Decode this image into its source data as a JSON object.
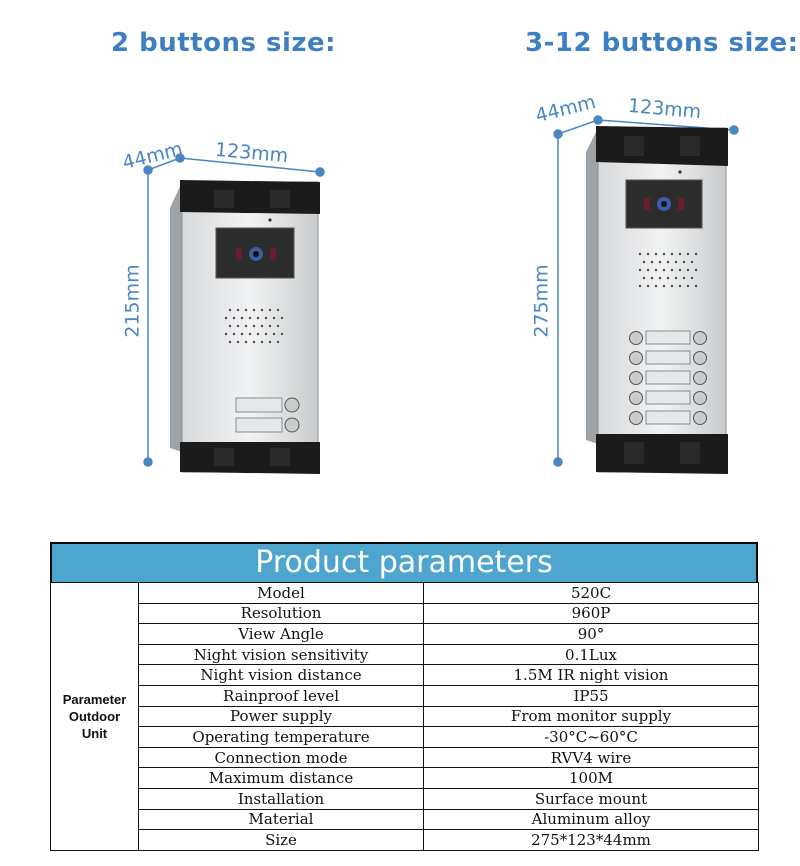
{
  "headings": {
    "left": "2 buttons size:",
    "right": "3-12 buttons size:"
  },
  "left_dims": {
    "depth": "44mm",
    "width": "123mm",
    "height": "215mm"
  },
  "right_dims": {
    "depth": "44mm",
    "width": "123mm",
    "height": "275mm"
  },
  "table": {
    "title": "Product parameters",
    "side_label": [
      "Parameter",
      "Outdoor",
      "Unit"
    ],
    "rows": [
      {
        "name": "Model",
        "value": "520C"
      },
      {
        "name": "Resolution",
        "value": "960P"
      },
      {
        "name": "View Angle",
        "value": "90°"
      },
      {
        "name": "Night vision sensitivity",
        "value": "0.1Lux"
      },
      {
        "name": "Night vision distance",
        "value": "1.5M IR night vision"
      },
      {
        "name": "Rainproof level",
        "value": "IP55"
      },
      {
        "name": "Power supply",
        "value": "From monitor supply"
      },
      {
        "name": "Operating temperature",
        "value": "-30°C~60°C"
      },
      {
        "name": "Connection mode",
        "value": "RVV4 wire"
      },
      {
        "name": "Maximum distance",
        "value": "100M"
      },
      {
        "name": "Installation",
        "value": "Surface mount"
      },
      {
        "name": "Material",
        "value": "Aluminum alloy"
      },
      {
        "name": "Size",
        "value": "275*123*44mm"
      }
    ]
  },
  "colors": {
    "accent_blue": "#3d7fc1",
    "table_header": "#4ea6cf"
  }
}
